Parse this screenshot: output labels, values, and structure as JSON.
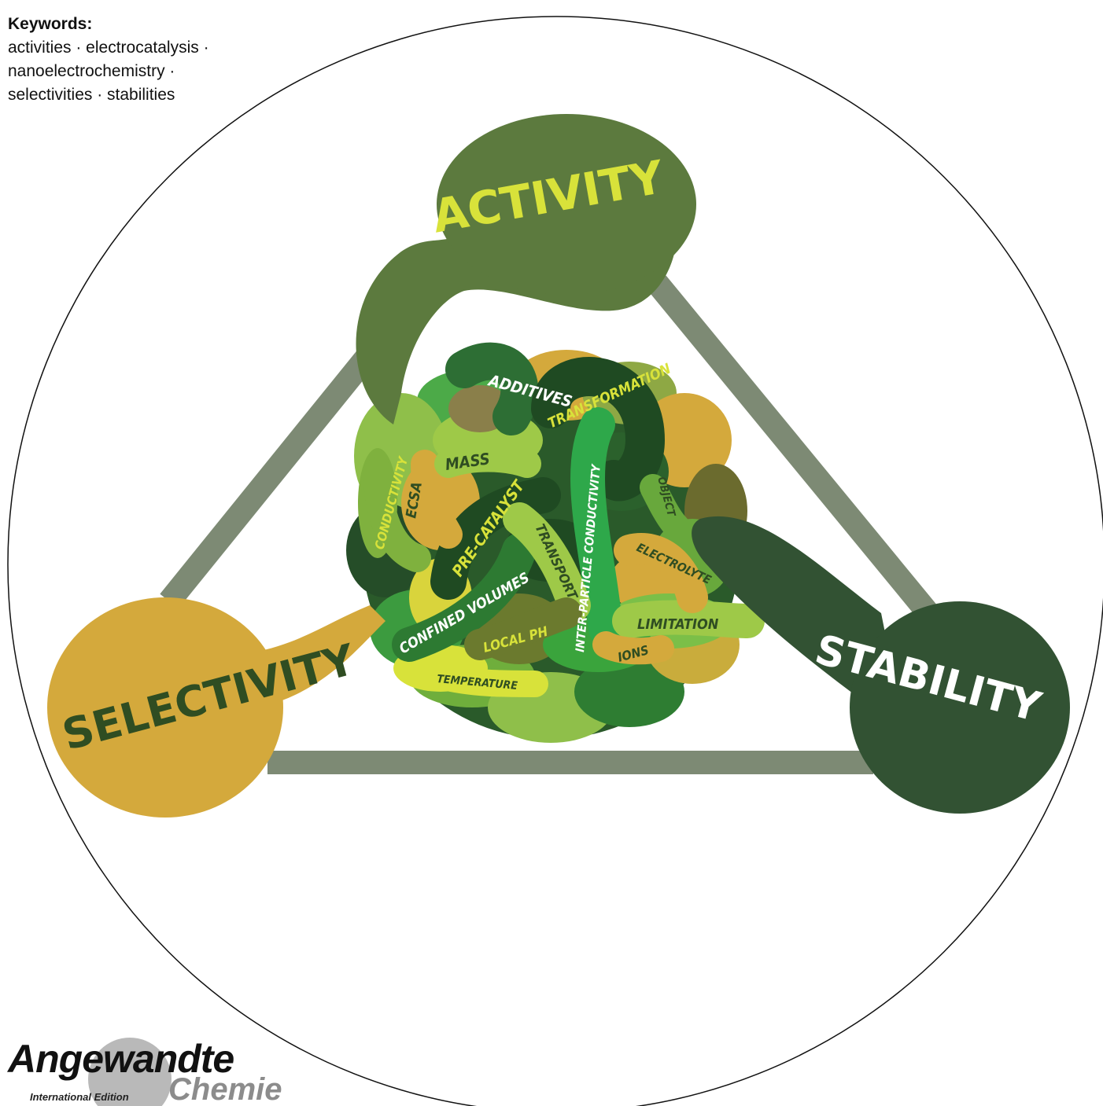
{
  "keywords": {
    "title": "Keywords:",
    "lines": [
      "activities · electrocatalysis ·",
      "nanoelectrochemistry ·",
      "selectivities · stabilities"
    ]
  },
  "diagram": {
    "nodes": {
      "activity": "ACTIVITY",
      "selectivity": "SELECTIVITY",
      "stability": "STABILITY"
    },
    "tangle_labels": {
      "additives": "ADDITIVES",
      "transformation": "TRANSFORMATION",
      "mass": "MASS",
      "conductivity": "CONDUCTIVITY",
      "ecsa": "ECSA",
      "pre_catalyst": "PRE-CATALYST",
      "inter_particle_conductivity": "INTER-PARTICLE CONDUCTIVITY",
      "transport": "TRANSPORT",
      "electrolyte": "ELECTROLYTE",
      "limitation": "LIMITATION",
      "confined_volumes": "CONFINED VOLUMES",
      "local_ph": "LOCAL PH",
      "temperature": "TEMPERATURE",
      "ions": "IONS",
      "object": "OBJECT"
    },
    "colors": {
      "activity": "#5c7a3e",
      "selectivity": "#d4a93c",
      "stability": "#325233",
      "triangle": "#7d8a74",
      "activity_text": "#d8e23a",
      "selectivity_text": "#2f4d22",
      "stability_text": "#ffffff"
    }
  },
  "logo": {
    "main": "Angewandte",
    "edition": "International Edition",
    "chemie": "Chemie"
  }
}
